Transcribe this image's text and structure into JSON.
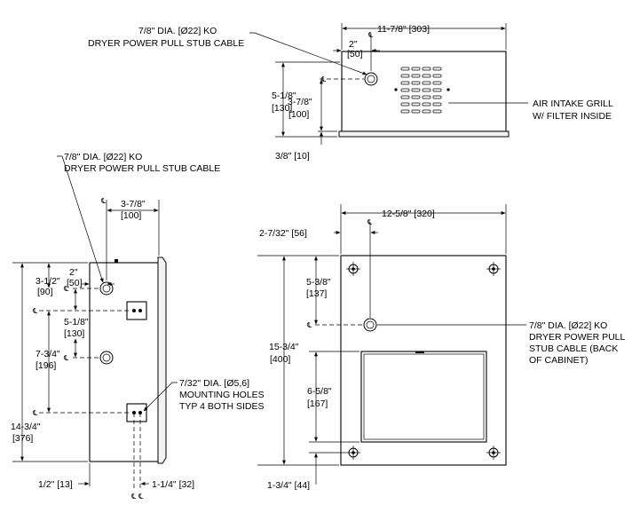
{
  "top_view": {
    "overall_width": "11-7/8\" [303]",
    "ko_offset": "2\"",
    "ko_offset_mm": "[50]",
    "height": "5-1/8\"",
    "height_mm": "[130]",
    "ko_height": "3-7/8\"",
    "ko_height_mm": "[100]",
    "flange": "3/8\" [10]",
    "ko_label_1": "7/8\" DIA. [Ø22] KO",
    "ko_label_2": "DRYER POWER PULL STUB CABLE",
    "grill_label_1": "AIR INTAKE GRILL",
    "grill_label_2": "W/ FILTER INSIDE"
  },
  "side_view": {
    "ko_label_1": "7/8\" DIA. [Ø22] KO",
    "ko_label_2": "DRYER POWER PULL STUB CABLE",
    "depth": "3-7/8\"",
    "depth_mm": "[100]",
    "ko_offset": "2\"",
    "ko_offset_mm": "[50]",
    "top_to_ko": "3-1/2\"",
    "top_to_ko_mm": "[90]",
    "ko_to_slot": "5-1/8\"",
    "ko_to_slot_mm": "[130]",
    "top_to_ko2": "7-3/4\"",
    "top_to_ko2_mm": "[196]",
    "overall_height": "14-3/4\"",
    "overall_height_mm": "[376]",
    "mount_label_1": "7/32\" DIA. [Ø5,6]",
    "mount_label_2": "MOUNTING HOLES",
    "mount_label_3": "TYP 4 BOTH SIDES",
    "bottom_left": "1/2\" [13]",
    "bottom_right": "1-1/4\" [32]"
  },
  "front_view": {
    "overall_width": "12-5/8\" [320]",
    "ko_offset": "2-7/32\" [56]",
    "ko_height": "5-3/8\"",
    "ko_height_mm": "[137]",
    "overall_height": "15-3/4\"",
    "overall_height_mm": "[400]",
    "opening_height": "6-5/8\"",
    "opening_height_mm": "[167]",
    "bottom_offset": "1-3/4\" [44]",
    "ko_label_1": "7/8\" DIA. [Ø22] KO",
    "ko_label_2": "DRYER POWER PULL",
    "ko_label_3": "STUB CABLE (BACK",
    "ko_label_4": "OF CABINET)"
  },
  "centerline_symbol": "℄"
}
